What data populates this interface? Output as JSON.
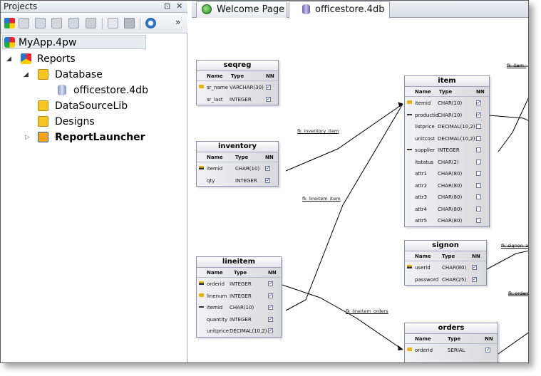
{
  "panel": {
    "title": "Projects",
    "pin_glyph": "⊡",
    "close_glyph": "✕",
    "overflow_glyph": "»"
  },
  "tree": {
    "project": "MyApp.4pw",
    "reports": "Reports",
    "database": "Database",
    "db_file": "officestore.4db",
    "datasource": "DataSourceLib",
    "designs": "Designs",
    "launcher": "ReportLauncher"
  },
  "tabs": [
    {
      "label": "Welcome Page",
      "icon": "globe-icon"
    },
    {
      "label": "officestore.4db",
      "icon": "database-icon"
    }
  ],
  "diagram": {
    "col_headers": {
      "name": "Name",
      "type": "Type",
      "nn": "NN"
    },
    "tables": {
      "seqreg": {
        "title": "seqreg",
        "rows": [
          {
            "name": "sr_name",
            "type": "VARCHAR(30)",
            "nn": true,
            "key": "pk"
          },
          {
            "name": "sr_last",
            "type": "INTEGER",
            "nn": true,
            "key": ""
          }
        ]
      },
      "inventory": {
        "title": "inventory",
        "rows": [
          {
            "name": "itemid",
            "type": "CHAR(10)",
            "nn": true,
            "key": "pkfk"
          },
          {
            "name": "qty",
            "type": "INTEGER",
            "nn": true,
            "key": ""
          }
        ]
      },
      "lineitem": {
        "title": "lineitem",
        "rows": [
          {
            "name": "orderid",
            "type": "INTEGER",
            "nn": true,
            "key": "pkfk"
          },
          {
            "name": "linenum",
            "type": "INTEGER",
            "nn": true,
            "key": "pk"
          },
          {
            "name": "itemid",
            "type": "CHAR(10)",
            "nn": true,
            "key": "fk"
          },
          {
            "name": "quantity",
            "type": "INTEGER",
            "nn": true,
            "key": ""
          },
          {
            "name": "unitprice",
            "type": "DECIMAL(10,2)",
            "nn": true,
            "key": ""
          }
        ]
      },
      "item": {
        "title": "item",
        "rows": [
          {
            "name": "itemid",
            "type": "CHAR(10)",
            "nn": true,
            "key": "pk"
          },
          {
            "name": "productid",
            "type": "CHAR(10)",
            "nn": true,
            "key": "fk"
          },
          {
            "name": "listprice",
            "type": "DECIMAL(10,2)",
            "nn": false,
            "key": ""
          },
          {
            "name": "unitcost",
            "type": "DECIMAL(10,2)",
            "nn": false,
            "key": ""
          },
          {
            "name": "supplier",
            "type": "INTEGER",
            "nn": false,
            "key": "fk"
          },
          {
            "name": "itstatus",
            "type": "CHAR(2)",
            "nn": false,
            "key": ""
          },
          {
            "name": "attr1",
            "type": "CHAR(80)",
            "nn": false,
            "key": ""
          },
          {
            "name": "attr2",
            "type": "CHAR(80)",
            "nn": false,
            "key": ""
          },
          {
            "name": "attr3",
            "type": "CHAR(80)",
            "nn": false,
            "key": ""
          },
          {
            "name": "attr4",
            "type": "CHAR(80)",
            "nn": false,
            "key": ""
          },
          {
            "name": "attr5",
            "type": "CHAR(80)",
            "nn": false,
            "key": ""
          }
        ]
      },
      "signon": {
        "title": "signon",
        "rows": [
          {
            "name": "userid",
            "type": "CHAR(80)",
            "nn": true,
            "key": "pkfk"
          },
          {
            "name": "password",
            "type": "CHAR(25)",
            "nn": true,
            "key": ""
          }
        ]
      },
      "orders": {
        "title": "orders",
        "rows": [
          {
            "name": "orderid",
            "type": "SERIAL",
            "nn": true,
            "key": "pk"
          }
        ]
      }
    },
    "fk_labels": {
      "inventory_item": "fk_inventory_item",
      "lineitem_item": "fk_lineitem_item",
      "lineitem_orders": "fk_lineitem_orders",
      "item_cut": "fk_item_",
      "signon_cut": "fk_signon_a",
      "orders_cut": "fk_orders"
    }
  },
  "colors": {
    "accent": "#1b2f8a",
    "entity_border": "#8a8fb6",
    "link": "#000000"
  }
}
